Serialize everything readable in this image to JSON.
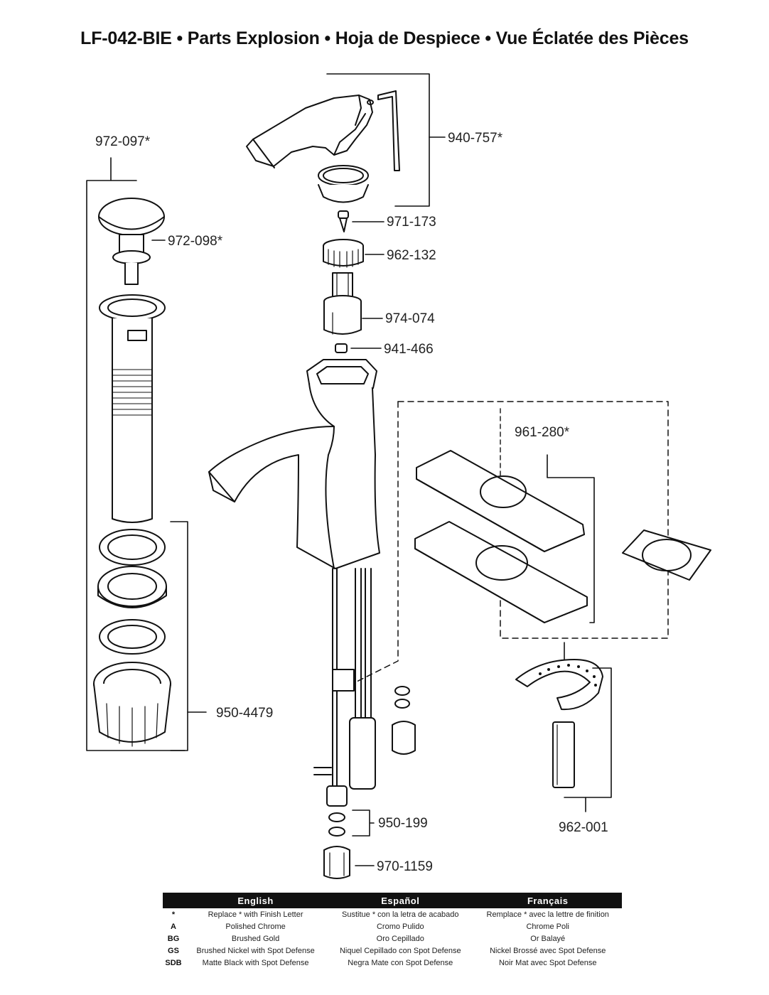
{
  "title": "LF-042-BIE  •  Parts Explosion  •  Hoja de Despiece  •  Vue Éclatée des Pièces",
  "part_labels": {
    "p940_757": "940-757*",
    "p972_097": "972-097*",
    "p972_098": "972-098*",
    "p971_173": "971-173",
    "p962_132": "962-132",
    "p974_074": "974-074",
    "p941_466": "941-466",
    "p961_280": "961-280*",
    "p950_4479": "950-4479",
    "p950_199": "950-199",
    "p962_001": "962-001",
    "p970_1159": "970-1159"
  },
  "legend": {
    "headers": [
      "English",
      "Español",
      "Français"
    ],
    "rows": [
      {
        "code": "*",
        "english": "Replace * with Finish Letter",
        "espanol": "Sustitue * con la letra de acabado",
        "francais": "Remplace * avec la lettre de finition"
      },
      {
        "code": "A",
        "english": "Polished Chrome",
        "espanol": "Cromo Pulido",
        "francais": "Chrome Poli"
      },
      {
        "code": "BG",
        "english": "Brushed Gold",
        "espanol": "Oro Cepillado",
        "francais": "Or Balayé"
      },
      {
        "code": "GS",
        "english": "Brushed Nickel with Spot Defense",
        "espanol": "Niquel Cepillado con Spot Defense",
        "francais": "Nickel Brossé avec Spot Defense"
      },
      {
        "code": "SDB",
        "english": "Matte Black with Spot Defense",
        "espanol": "Negra Mate con Spot Defense",
        "francais": "Noir Mat avec Spot Defense"
      }
    ]
  }
}
